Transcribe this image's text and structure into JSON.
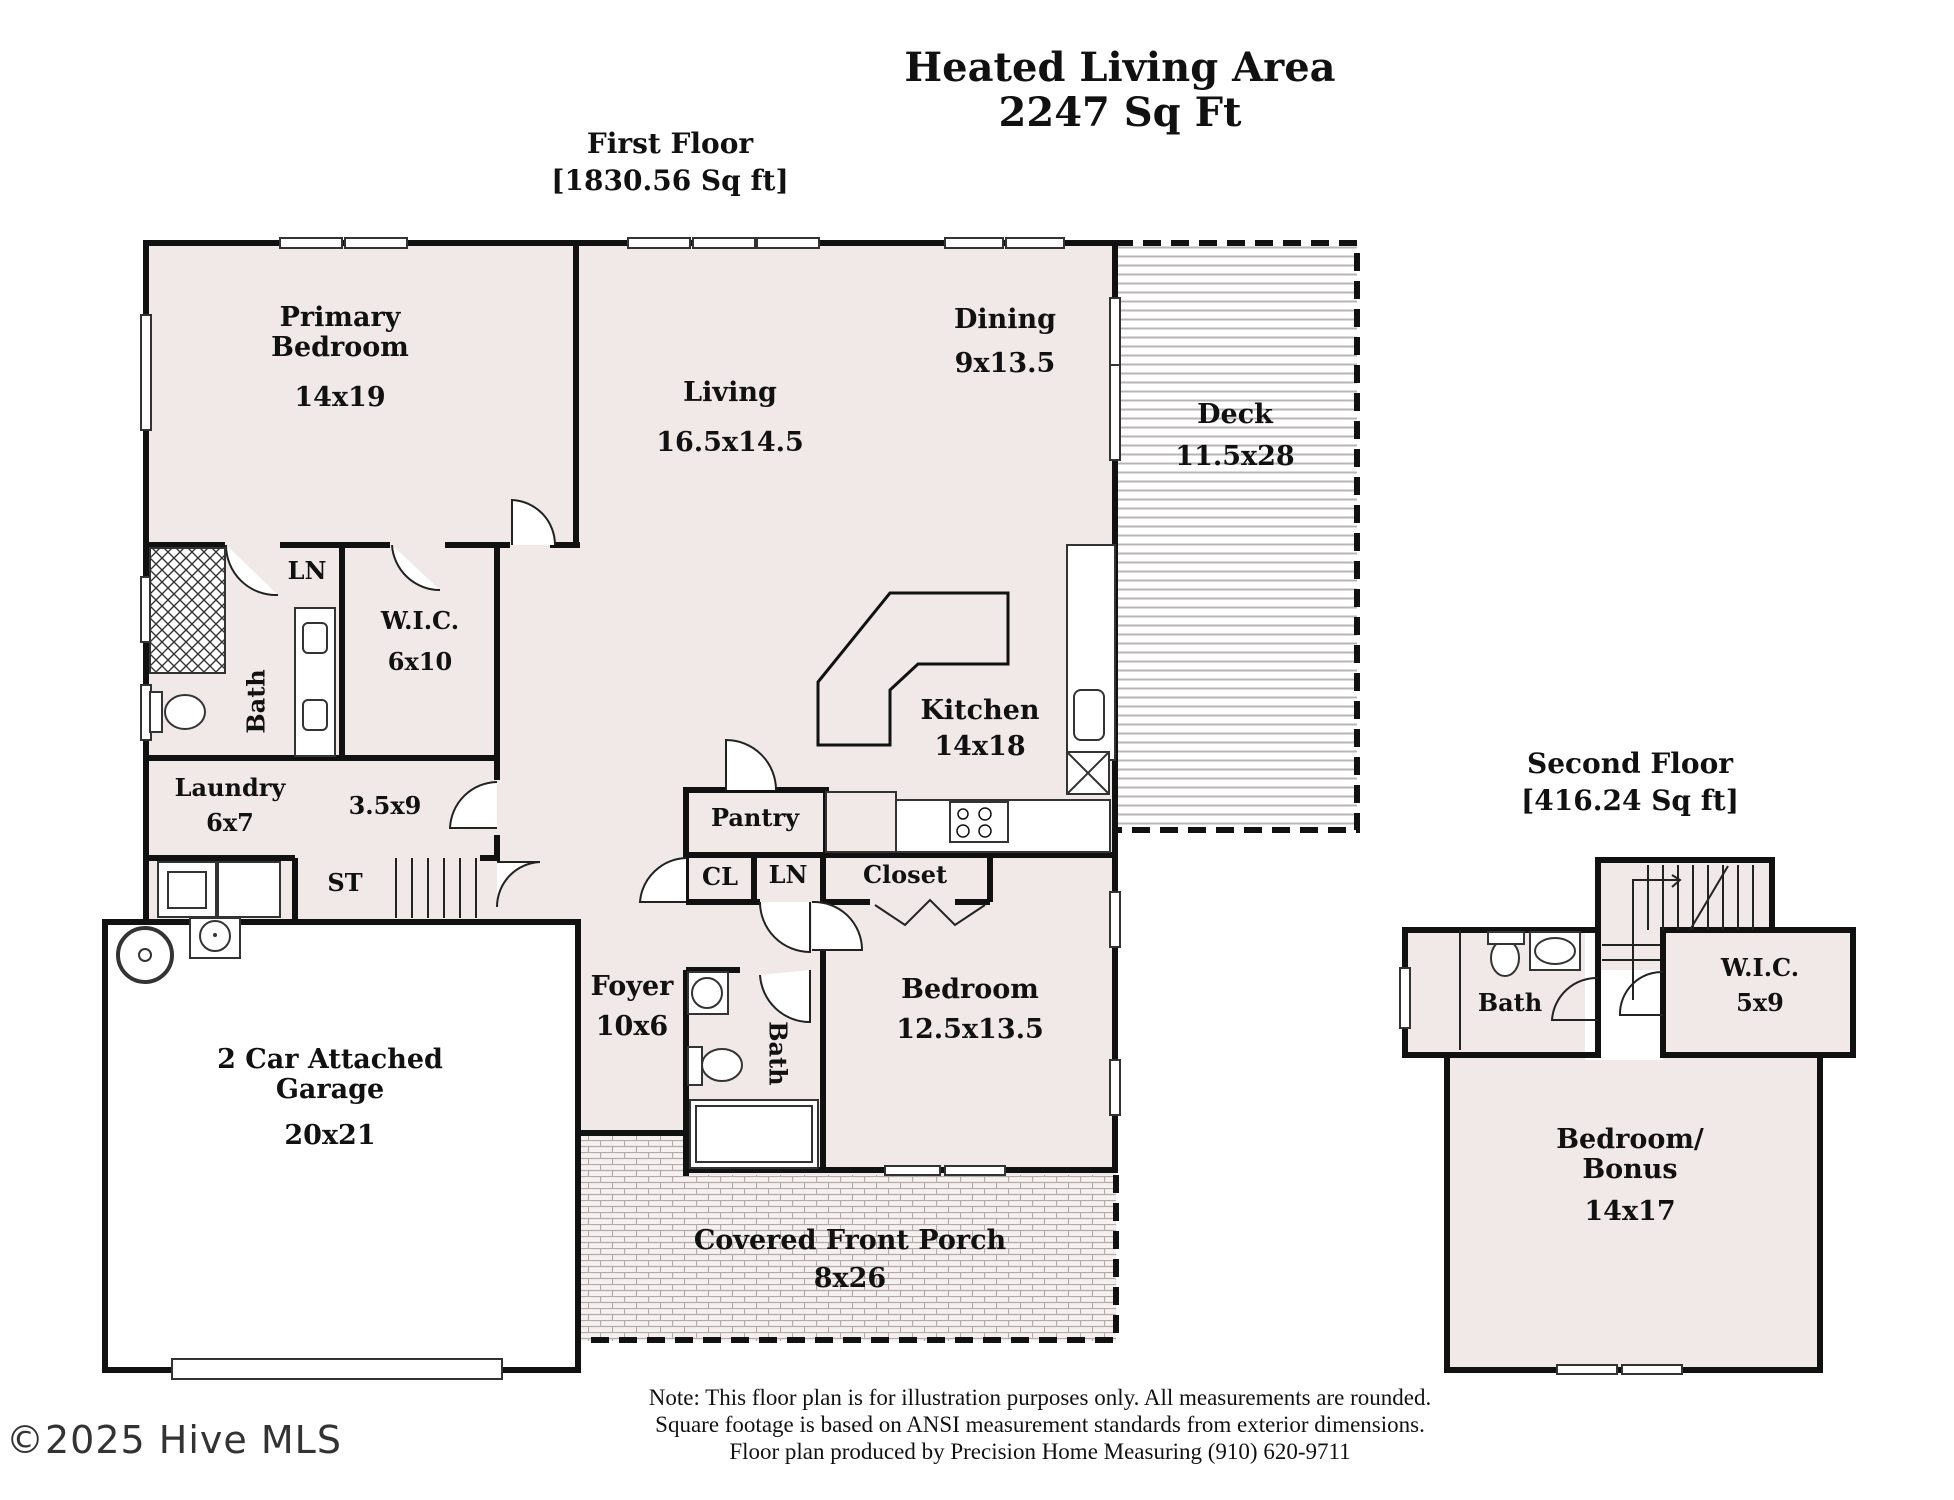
{
  "header": {
    "title": "Heated Living Area",
    "total_area": "2247 Sq Ft"
  },
  "first_floor": {
    "title": "First Floor",
    "area": "[1830.56 Sq ft]",
    "rooms": {
      "primary_bedroom": {
        "name_line1": "Primary",
        "name_line2": "Bedroom",
        "dims": "14x19"
      },
      "living": {
        "name": "Living",
        "dims": "16.5x14.5"
      },
      "dining": {
        "name": "Dining",
        "dims": "9x13.5"
      },
      "deck": {
        "name": "Deck",
        "dims": "11.5x28"
      },
      "primary_bath": {
        "name": "Bath"
      },
      "linen_primary": {
        "name": "LN"
      },
      "wic_primary": {
        "name": "W.I.C.",
        "dims": "6x10"
      },
      "kitchen": {
        "name": "Kitchen",
        "dims": "14x18"
      },
      "laundry": {
        "name": "Laundry",
        "dims": "6x7"
      },
      "hall": {
        "dims": "3.5x9"
      },
      "storage": {
        "name": "ST"
      },
      "pantry": {
        "name": "Pantry"
      },
      "coat_closet": {
        "name": "CL"
      },
      "linen_hall": {
        "name": "LN"
      },
      "closet": {
        "name": "Closet"
      },
      "foyer": {
        "name": "Foyer",
        "dims": "10x6"
      },
      "hall_bath": {
        "name": "Bath"
      },
      "bedroom": {
        "name": "Bedroom",
        "dims": "12.5x13.5"
      },
      "garage": {
        "name_line1": "2 Car Attached",
        "name_line2": "Garage",
        "dims": "20x21"
      },
      "porch": {
        "name": "Covered Front Porch",
        "dims": "8x26"
      }
    }
  },
  "second_floor": {
    "title": "Second Floor",
    "area": "[416.24 Sq ft]",
    "rooms": {
      "bath": {
        "name": "Bath"
      },
      "wic": {
        "name": "W.I.C.",
        "dims": "5x9"
      },
      "bonus": {
        "name_line1": "Bedroom/",
        "name_line2": "Bonus",
        "dims": "14x17"
      }
    }
  },
  "footer": {
    "note_line1": "Note: This floor plan is for illustration purposes only. All measurements are rounded.",
    "note_line2": "Square footage is based on ANSI measurement standards from exterior dimensions.",
    "note_line3": "Floor plan produced by Precision Home Measuring (910) 620-9711",
    "copyright": "©2025 Hive MLS"
  },
  "colors": {
    "room_fill": "#f1e9e8",
    "wall": "#111111",
    "deck_line": "#b8b4b4",
    "porch_brick": "#b5a9a9",
    "background": "#ffffff"
  }
}
